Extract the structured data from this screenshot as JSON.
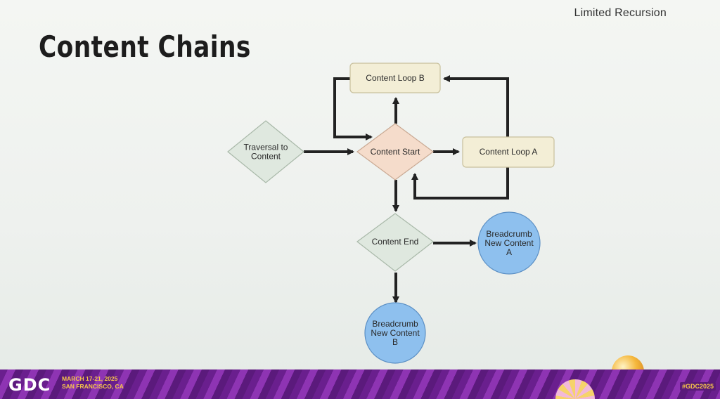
{
  "slide": {
    "topic": "Limited Recursion",
    "title": "Content Chains"
  },
  "diagram": {
    "nodes": {
      "traversal": "Traversal to\nContent",
      "content_start": "Content Start",
      "content_loop_b": "Content Loop B",
      "content_loop_a": "Content Loop A",
      "content_end": "Content End",
      "breadcrumb_a": "Breadcrumb\nNew Content\nA",
      "breadcrumb_b": "Breadcrumb\nNew Content\nB"
    },
    "colors": {
      "diamond_green": "#dfe8df",
      "diamond_orange": "#f5dccb",
      "box_beige": "#f3eed6",
      "circle_blue": "#8ec0ee",
      "arrow": "#222222"
    }
  },
  "footer": {
    "logo": "GDC",
    "dates": "MARCH 17-21, 2025",
    "location": "SAN FRANCISCO, CA",
    "hashtag": "#GDC2025"
  }
}
